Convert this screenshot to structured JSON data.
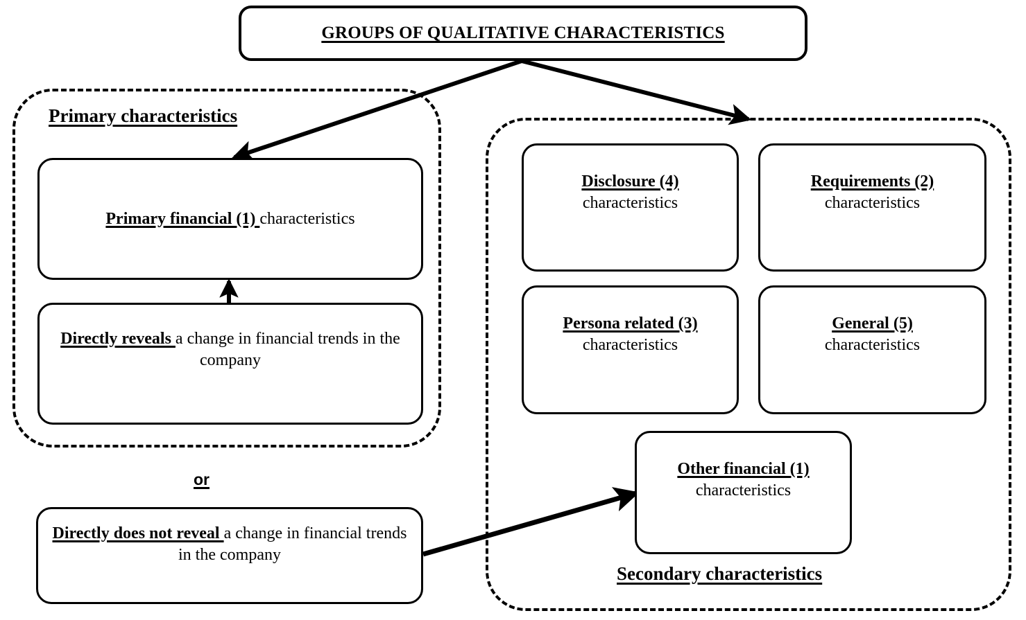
{
  "diagram": {
    "title": "GROUPS OF QUALITATIVE CHARACTERISTICS",
    "colors": {
      "stroke": "#000000",
      "background": "#ffffff"
    },
    "groups": {
      "primary": {
        "label": "Primary characteristics",
        "boxes": {
          "primary_financial": {
            "lead": "Primary financial (1) ",
            "rest": "characteristics"
          },
          "directly_reveals": {
            "lead": "Directly reveals ",
            "rest": "a change in financial trends in the company"
          }
        }
      },
      "connector": {
        "or_label": "or"
      },
      "alternative": {
        "directly_not_reveal": {
          "lead": "Directly does not reveal ",
          "rest": "a change in financial trends in the company"
        }
      },
      "secondary": {
        "label": "Secondary characteristics",
        "boxes": {
          "disclosure": {
            "lead": "Disclosure (4)",
            "rest": "characteristics"
          },
          "requirements": {
            "lead": "Requirements (2)",
            "rest": "characteristics"
          },
          "persona_related": {
            "lead": "Persona related (3)",
            "rest": "characteristics"
          },
          "general": {
            "lead": "General (5)",
            "rest": "characteristics"
          },
          "other_financial": {
            "lead": "Other financial (1)",
            "rest": "characteristics"
          }
        }
      }
    }
  }
}
